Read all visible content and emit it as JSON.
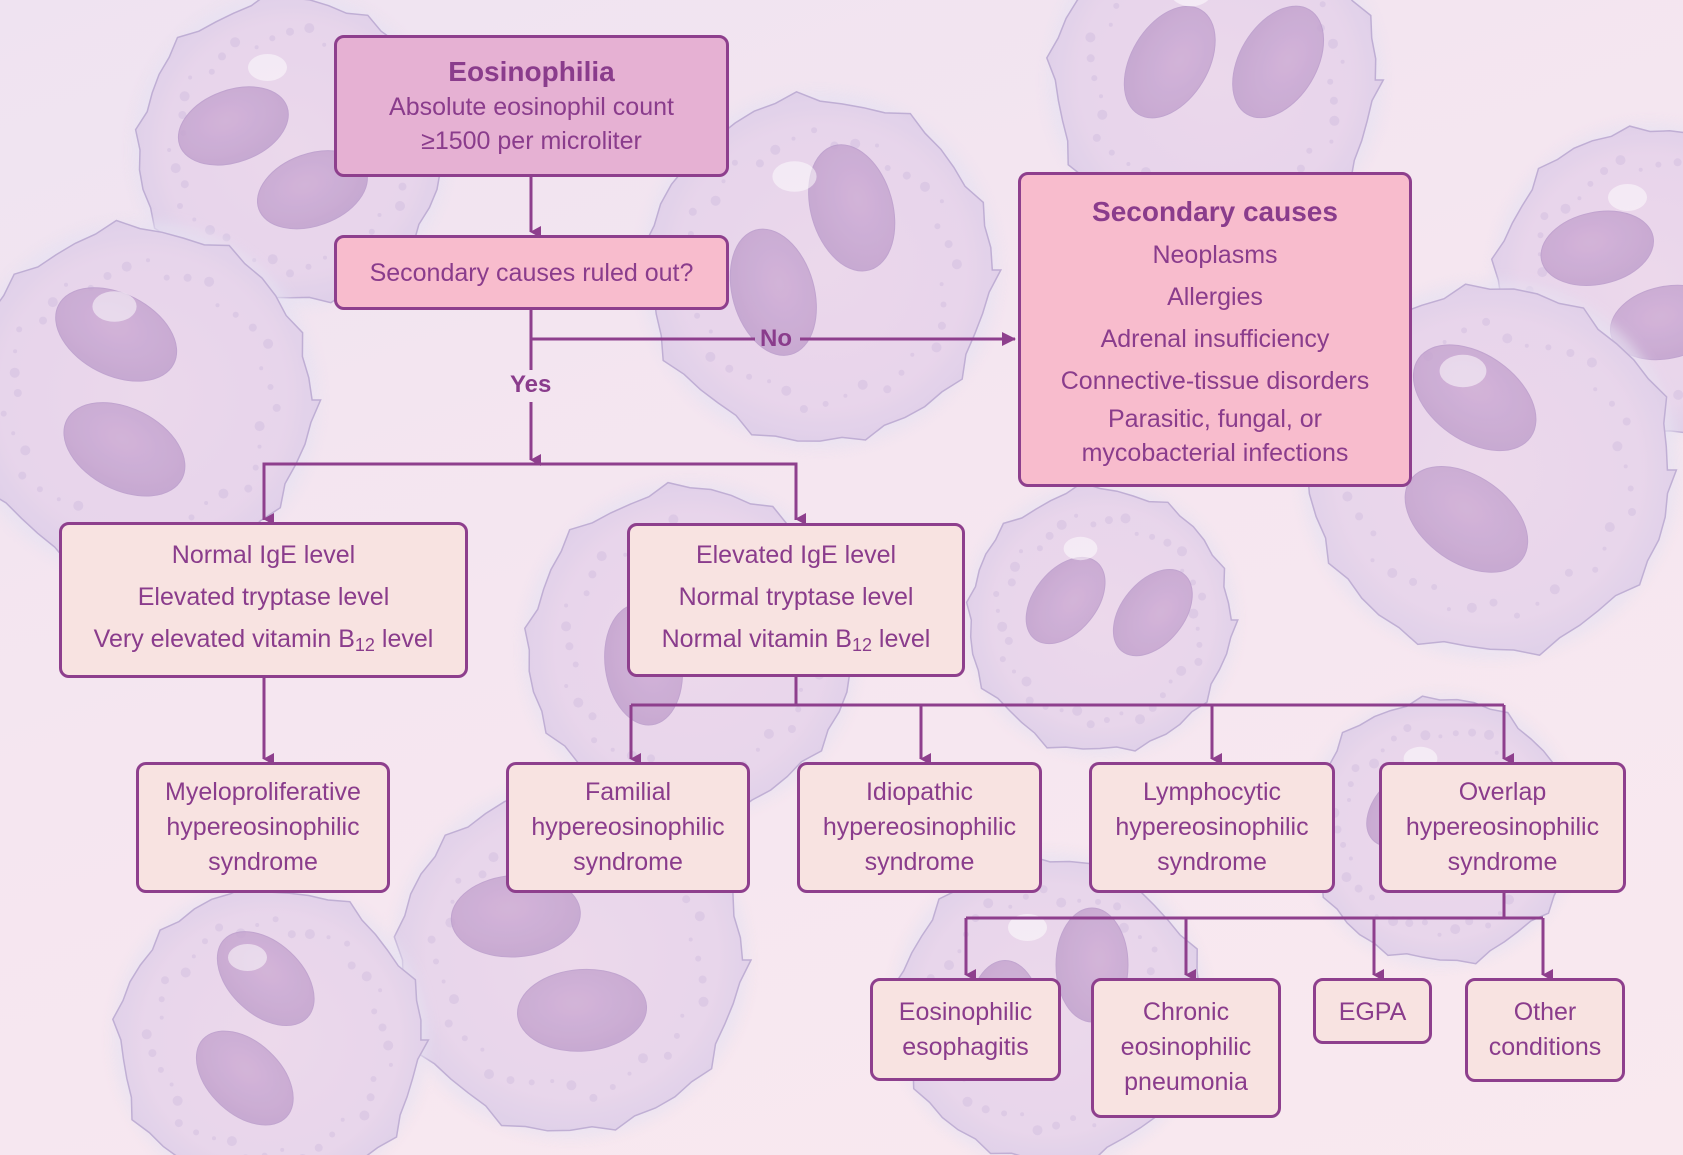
{
  "diagram": {
    "root": {
      "title": "Eosinophilia",
      "lines": [
        "Absolute eosinophil count",
        "≥1500 per microliter"
      ]
    },
    "question": "Secondary causes ruled out?",
    "labels": {
      "no": "No",
      "yes": "Yes"
    },
    "secondary_causes": {
      "title": "Secondary causes",
      "items": [
        "Neoplasms",
        "Allergies",
        "Adrenal insufficiency",
        "Connective-tissue disorders",
        "Parasitic, fungal, or",
        "mycobacterial infections"
      ]
    },
    "branch_left": {
      "lines": [
        {
          "text": "Normal IgE level"
        },
        {
          "text": "Elevated tryptase level"
        },
        {
          "text": "Very elevated vitamin B",
          "sub": "12",
          "after": " level"
        }
      ]
    },
    "branch_right": {
      "lines": [
        {
          "text": "Elevated IgE level"
        },
        {
          "text": "Normal tryptase level"
        },
        {
          "text": "Normal vitamin B",
          "sub": "12",
          "after": " level"
        }
      ]
    },
    "syndromes": [
      {
        "lines": [
          "Myeloproliferative",
          "hypereosinophilic",
          "syndrome"
        ]
      },
      {
        "lines": [
          "Familial",
          "hypereosinophilic",
          "syndrome"
        ]
      },
      {
        "lines": [
          "Idiopathic",
          "hypereosinophilic",
          "syndrome"
        ]
      },
      {
        "lines": [
          "Lymphocytic",
          "hypereosinophilic",
          "syndrome"
        ]
      },
      {
        "lines": [
          "Overlap",
          "hypereosinophilic",
          "syndrome"
        ]
      }
    ],
    "overlap_conditions": [
      {
        "lines": [
          "Eosinophilic",
          "esophagitis"
        ]
      },
      {
        "lines": [
          "Chronic",
          "eosinophilic",
          "pneumonia"
        ]
      },
      {
        "lines": [
          "EGPA"
        ]
      },
      {
        "lines": [
          "Other",
          "conditions"
        ]
      }
    ]
  },
  "colors": {
    "line": "#8e3f8d",
    "text": "#8a3c8c",
    "root_fill": "#e6b1d3",
    "question_fill": "#f8bccd",
    "node_fill": "#f8e3e1"
  }
}
